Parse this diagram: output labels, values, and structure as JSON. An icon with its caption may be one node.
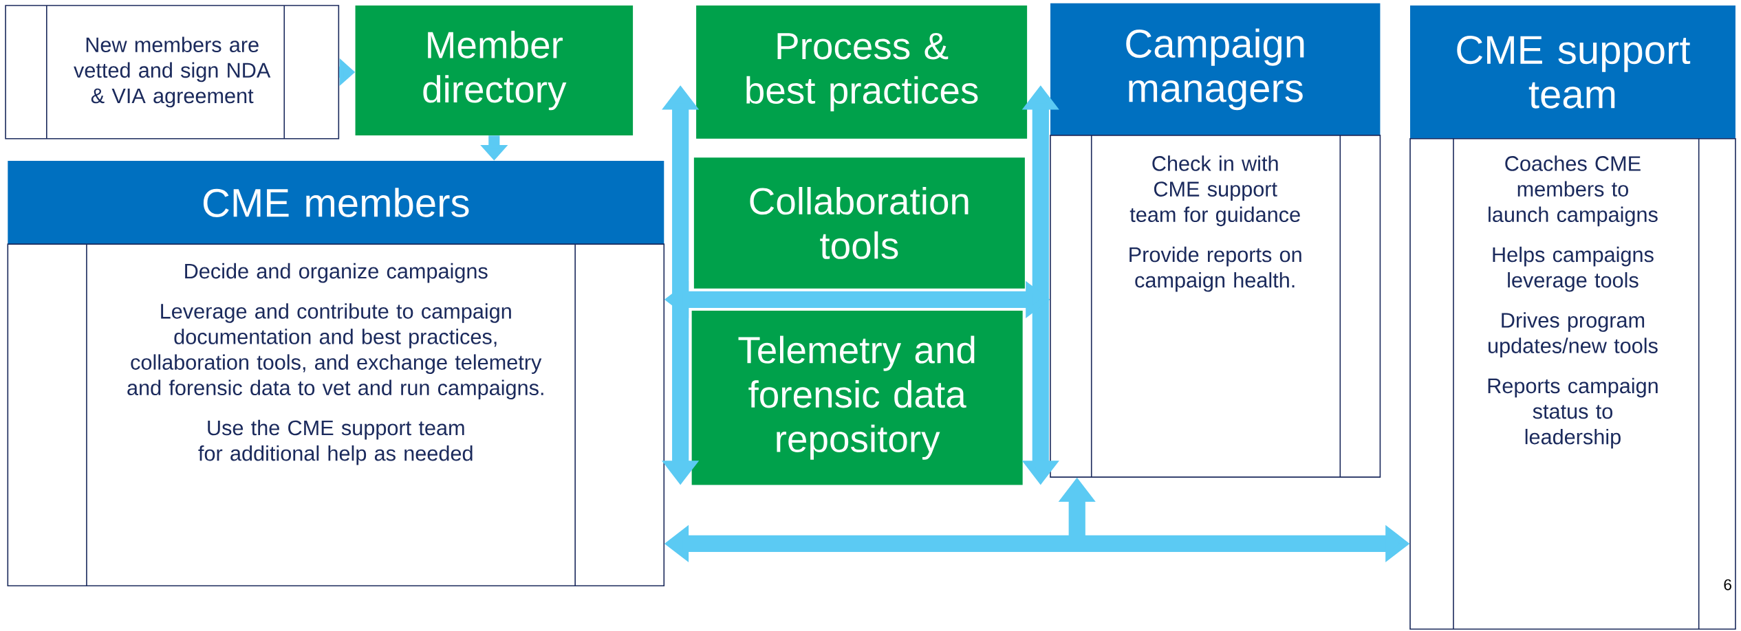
{
  "diagram": {
    "nodes": [
      {
        "text": [
          "New members are vetted and sign NDA & VIA agreement"
        ]
      },
      {
        "text": [
          "Member directory"
        ]
      },
      {
        "text": [
          "Process & best practices"
        ]
      },
      {
        "text": [
          "Campaign managers",
          "Check in with CME support team for guidance",
          "Provide reports on campaign health."
        ]
      },
      {
        "text": [
          "CME support team",
          "Coaches CME members to launch campaigns",
          "Helps campaigns leverage tools",
          "Drives program updates/new tools",
          "Reports campaign status to leadership"
        ]
      },
      {
        "text": [
          "CME members",
          "Decide and organize campaigns",
          "Leverage and contribute to campaign documentation and best practices, collaboration tools, and exchange telemetry and forensic data to vet and run campaigns.",
          "Use the CME support team for additional help as needed"
        ]
      },
      {
        "text": [
          "Collaboration tools"
        ]
      },
      {
        "text": [
          "Telemetry and forensic data repository"
        ]
      }
    ],
    "edges": [
      {
        "from": 0,
        "to": 1,
        "arrow": "to"
      },
      {
        "from": 1,
        "to": 5,
        "arrow": "to"
      },
      {
        "from": 2,
        "to": 7,
        "arrow": "both"
      },
      {
        "from": 2,
        "to": 7,
        "arrow": "both"
      },
      {
        "from": 5,
        "to": 3,
        "arrow": "both"
      },
      {
        "from": 5,
        "to": 4,
        "arrow": "both"
      },
      {
        "from": null,
        "to": 3,
        "arrow": "to"
      }
    ],
    "labels": [
      "6"
    ]
  }
}
